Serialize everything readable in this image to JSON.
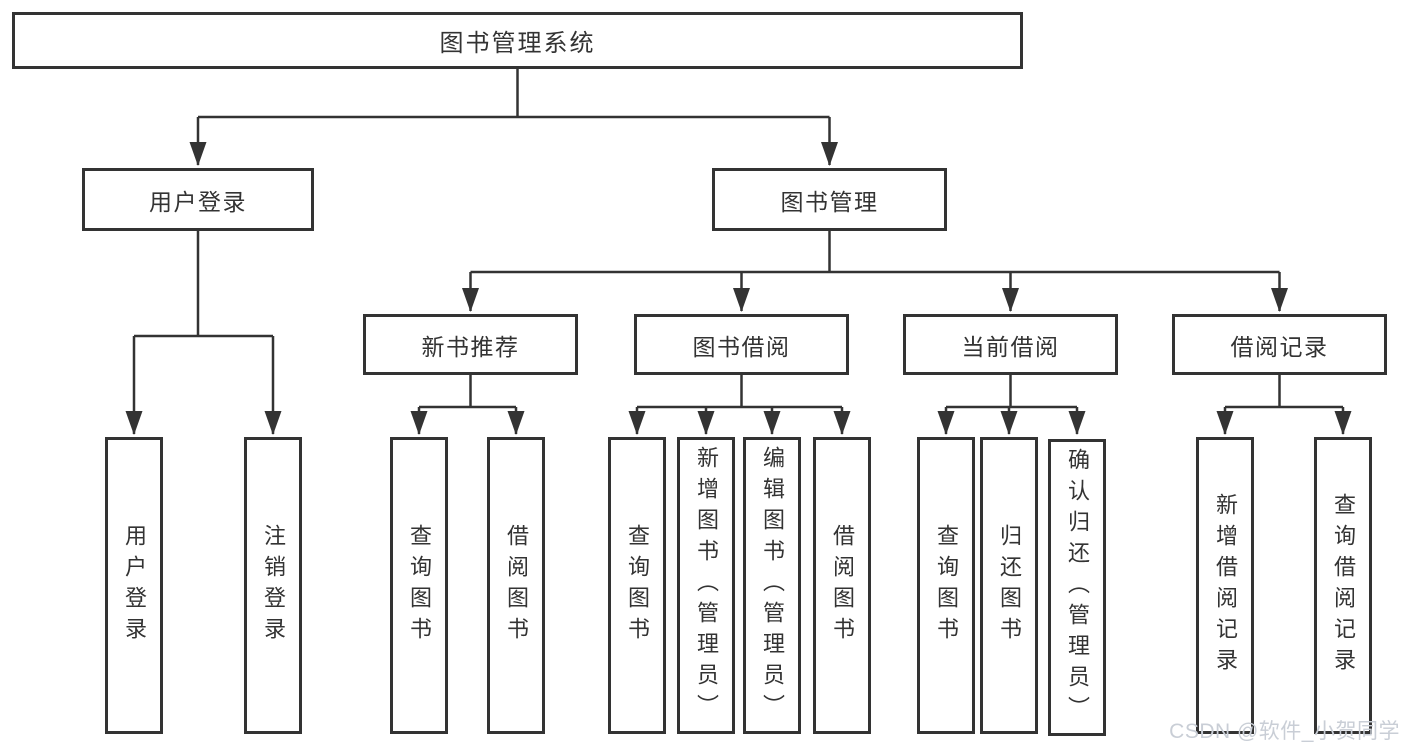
{
  "colors": {
    "background": "#ffffff",
    "line": "#333333",
    "box_border": "#333333",
    "text": "#333333",
    "watermark": "#c9ced6"
  },
  "diagram": {
    "type": "hierarchy-tree",
    "tree": {
      "label": "图书管理系统",
      "children": [
        {
          "label": "用户登录",
          "children": [
            {
              "label": "用户登录"
            },
            {
              "label": "注销登录"
            }
          ]
        },
        {
          "label": "图书管理",
          "children": [
            {
              "label": "新书推荐",
              "children": [
                {
                  "label": "查询图书"
                },
                {
                  "label": "借阅图书"
                }
              ]
            },
            {
              "label": "图书借阅",
              "children": [
                {
                  "label": "查询图书"
                },
                {
                  "label": "新增图书（管理员）"
                },
                {
                  "label": "编辑图书（管理员）"
                },
                {
                  "label": "借阅图书"
                }
              ]
            },
            {
              "label": "当前借阅",
              "children": [
                {
                  "label": "查询图书"
                },
                {
                  "label": "归还图书"
                },
                {
                  "label": "确认归还（管理员）"
                }
              ]
            },
            {
              "label": "借阅记录",
              "children": [
                {
                  "label": "新增借阅记录"
                },
                {
                  "label": "查询借阅记录"
                }
              ]
            }
          ]
        }
      ]
    }
  },
  "watermark": {
    "text": "CSDN @软件_小贺同学"
  }
}
